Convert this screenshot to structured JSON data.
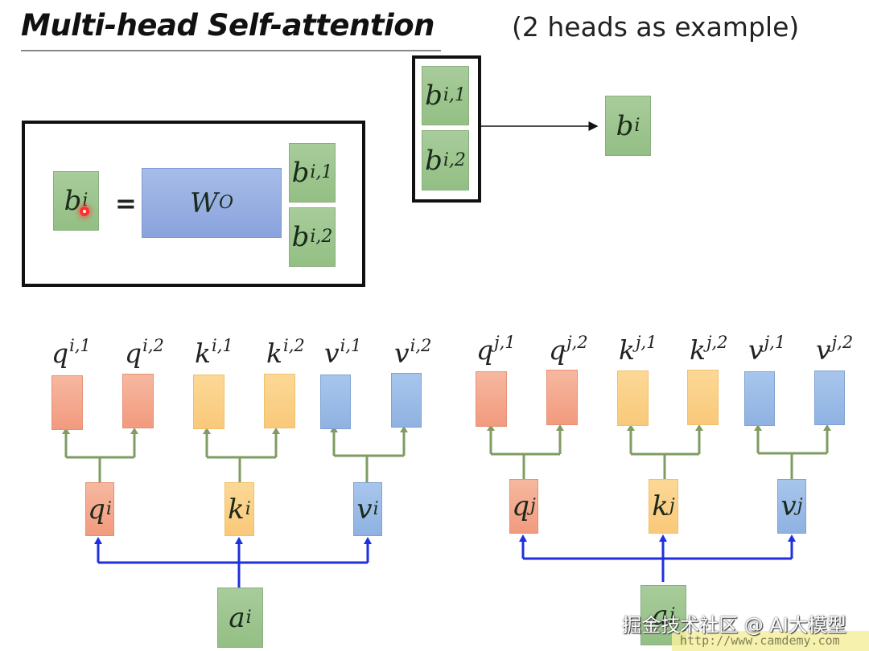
{
  "header": {
    "title": "Multi-head Self-attention",
    "subtitle": "(2 heads as example)"
  },
  "concat_diagram": {
    "head1": {
      "base": "b",
      "sup": "i,1"
    },
    "head2": {
      "base": "b",
      "sup": "i,2"
    },
    "output": {
      "base": "b",
      "sup": "i"
    },
    "arrow": "concat-to-output"
  },
  "equation": {
    "lhs": {
      "base": "b",
      "sup": "i"
    },
    "equals": "=",
    "weight": {
      "base": "W",
      "sup": "O"
    },
    "rhs1": {
      "base": "b",
      "sup": "i,1"
    },
    "rhs2": {
      "base": "b",
      "sup": "i,2"
    }
  },
  "token_i": {
    "heads": [
      {
        "base": "q",
        "sup": "i,1",
        "type": "q"
      },
      {
        "base": "q",
        "sup": "i,2",
        "type": "q"
      },
      {
        "base": "k",
        "sup": "i,1",
        "type": "k"
      },
      {
        "base": "k",
        "sup": "i,2",
        "type": "k"
      },
      {
        "base": "v",
        "sup": "i,1",
        "type": "v"
      },
      {
        "base": "v",
        "sup": "i,2",
        "type": "v"
      }
    ],
    "q": {
      "base": "q",
      "sup": "i"
    },
    "k": {
      "base": "k",
      "sup": "i"
    },
    "v": {
      "base": "v",
      "sup": "i"
    },
    "input": {
      "base": "a",
      "sup": "i"
    }
  },
  "token_j": {
    "heads": [
      {
        "base": "q",
        "sup": "j,1",
        "type": "q"
      },
      {
        "base": "q",
        "sup": "j,2",
        "type": "q"
      },
      {
        "base": "k",
        "sup": "j,1",
        "type": "k"
      },
      {
        "base": "k",
        "sup": "j,2",
        "type": "k"
      },
      {
        "base": "v",
        "sup": "j,1",
        "type": "v"
      },
      {
        "base": "v",
        "sup": "j,2",
        "type": "v"
      }
    ],
    "q": {
      "base": "q",
      "sup": "j"
    },
    "k": {
      "base": "k",
      "sup": "j"
    },
    "v": {
      "base": "v",
      "sup": "j"
    },
    "input": {
      "base": "a",
      "sup": "j"
    }
  },
  "colors": {
    "query": "#f4a98d",
    "key": "#fbd083",
    "value": "#9cbbe7",
    "vector_green": "#9fc692",
    "weight_blue": "#98afe2",
    "split_arrow": "#7f9c62",
    "input_arrow": "#1f2fe0"
  },
  "overlay": {
    "watermark": "掘金技术社区 @ AI大模型",
    "camdemy_url": "http://www.camdemy.com"
  }
}
